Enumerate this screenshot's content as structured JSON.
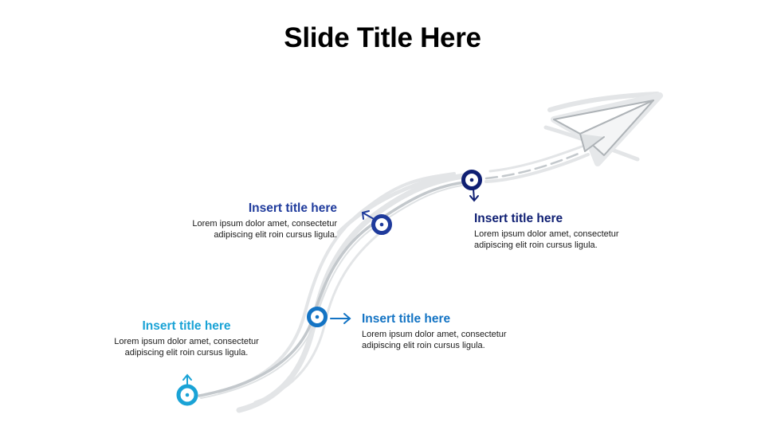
{
  "slide": {
    "title": "Slide Title Here"
  },
  "colors": {
    "step1": "#1aa3d6",
    "step2": "#1474c4",
    "step3": "#1f3b9c",
    "step4": "#0f1f73",
    "path": "#c9cdd1",
    "sketch": "#e3e5e7"
  },
  "steps": [
    {
      "title": "Insert title here",
      "body_line1": "Lorem ipsum dolor amet, consectetur",
      "body_line2": "adipiscing  elit roin cursus ligula.",
      "marker_icon": "up-arrow-icon"
    },
    {
      "title": "Insert title here",
      "body_line1": "Lorem ipsum dolor amet, consectetur",
      "body_line2": "adipiscing  elit roin cursus ligula.",
      "marker_icon": "right-arrow-icon"
    },
    {
      "title": "Insert title here",
      "body_line1": "Lorem ipsum dolor amet, consectetur",
      "body_line2": "adipiscing  elit roin cursus ligula.",
      "marker_icon": "up-left-arrow-icon"
    },
    {
      "title": "Insert title here",
      "body_line1": "Lorem ipsum dolor amet, consectetur",
      "body_line2": "adipiscing  elit roin cursus ligula.",
      "marker_icon": "down-arrow-icon"
    }
  ],
  "decoration": {
    "end_icon": "paper-plane-icon"
  }
}
